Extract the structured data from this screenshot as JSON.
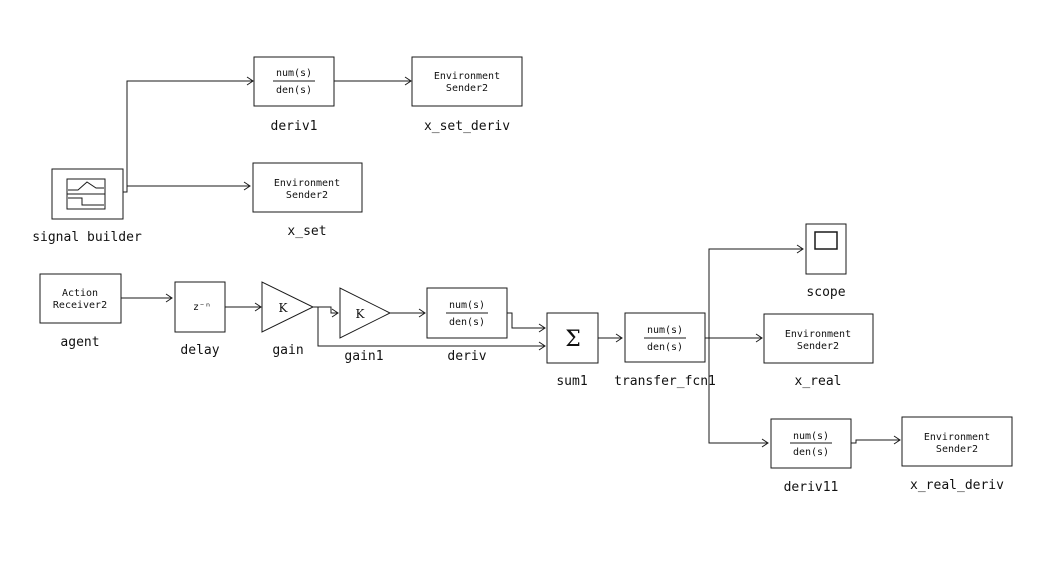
{
  "blocks": {
    "deriv1": {
      "num": "num(s)",
      "den": "den(s)",
      "name": "deriv1"
    },
    "x_set_deriv": {
      "line1": "Environment",
      "line2": "Sender2",
      "name": "x_set_deriv"
    },
    "signal_builder": {
      "name": "signal builder"
    },
    "x_set": {
      "line1": "Environment",
      "line2": "Sender2",
      "name": "x_set"
    },
    "agent": {
      "line1": "Action",
      "line2": "Receiver2",
      "name": "agent"
    },
    "delay": {
      "symbol": "z⁻ⁿ",
      "name": "delay"
    },
    "gain": {
      "symbol": "K",
      "name": "gain"
    },
    "gain1": {
      "symbol": "K",
      "name": "gain1"
    },
    "deriv": {
      "num": "num(s)",
      "den": "den(s)",
      "name": "deriv"
    },
    "sum1": {
      "symbol": "Σ",
      "name": "sum1"
    },
    "transfer_fcn1": {
      "num": "num(s)",
      "den": "den(s)",
      "name": "transfer_fcn1"
    },
    "scope": {
      "name": "scope"
    },
    "x_real": {
      "line1": "Environment",
      "line2": "Sender2",
      "name": "x_real"
    },
    "deriv11": {
      "num": "num(s)",
      "den": "den(s)",
      "name": "deriv11"
    },
    "x_real_deriv": {
      "line1": "Environment",
      "line2": "Sender2",
      "name": "x_real_deriv"
    }
  }
}
